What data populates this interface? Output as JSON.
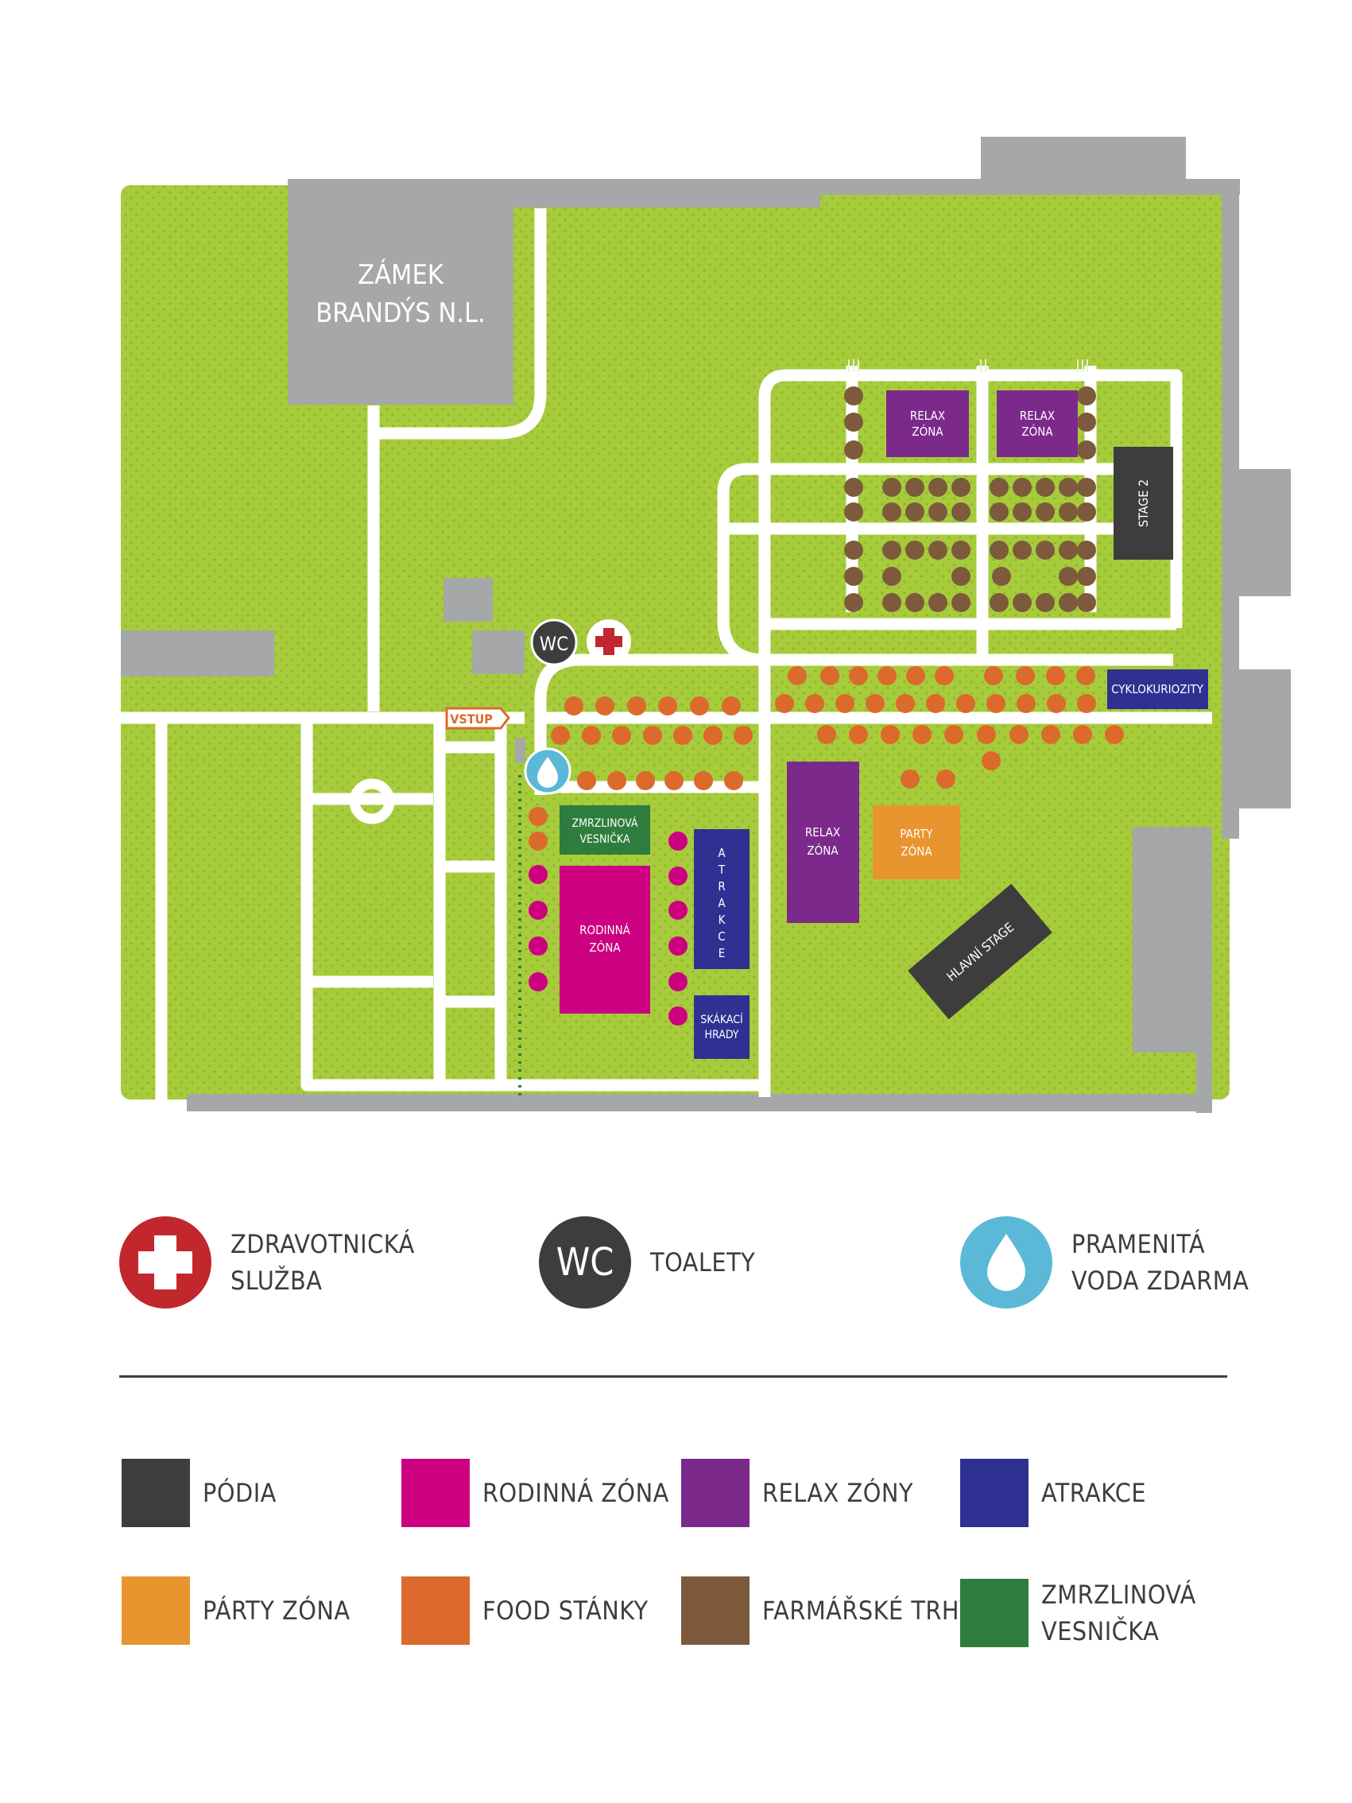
{
  "map": {
    "castle_label_line1": "ZÁMEK",
    "castle_label_line2": "BRANDÝS N.L.",
    "entrance_label": "VSTUP",
    "wc_label": "WC",
    "stage2_label": "STAGE 2",
    "main_stage_label": "HLAVNÍ STAGE",
    "relax_zone_label_line1": "RELAX",
    "relax_zone_label_line2": "ZÓNA",
    "party_zone_label_line1": "PARTY",
    "party_zone_label_line2": "ZÓNA",
    "family_zone_label_line1": "RODINNÁ",
    "family_zone_label_line2": "ZÓNA",
    "ice_cream_label_line1": "ZMRZLINOVÁ",
    "ice_cream_label_line2": "VESNIČKA",
    "attractions_label": "ATRAKCE",
    "bouncy_label_line1": "SKÁKACÍ",
    "bouncy_label_line2": "HRADY",
    "cyclo_label": "CYKLOKURIOZITY"
  },
  "legend_symbols": [
    {
      "icon": "red-cross-icon",
      "label": "ZDRAVOTNICKÁ\nSLUŽBA"
    },
    {
      "icon": "wc-icon",
      "label": "TOALETY",
      "icon_text": "WC"
    },
    {
      "icon": "water-drop-icon",
      "label": "PRAMENITÁ\nVODA ZDARMA"
    }
  ],
  "legend_categories": [
    {
      "label": "PÓDIA",
      "color": "#3d3d3d"
    },
    {
      "label": "RODINNÁ ZÓNA",
      "color": "#cc0080"
    },
    {
      "label": "RELAX ZÓNY",
      "color": "#7b2a8c"
    },
    {
      "label": "ATRAKCE",
      "color": "#2e3192"
    },
    {
      "label": "PÁRTY ZÓNA",
      "color": "#e8952f"
    },
    {
      "label": "FOOD STÁNKY",
      "color": "#dc6a2c"
    },
    {
      "label": "FARMÁŘSKÉ TRHY",
      "color": "#7d5a3c"
    },
    {
      "label": "ZMRZLINOVÁ\nVESNIČKA",
      "color": "#2e7d3e"
    }
  ],
  "colors": {
    "grass": "#a7cc3b",
    "grass_dot": "#95b832",
    "building": "#a6a7a9",
    "path": "#ffffff",
    "medical": "#c1272d",
    "water": "#5bb8d6",
    "wc": "#3d3d3d"
  }
}
